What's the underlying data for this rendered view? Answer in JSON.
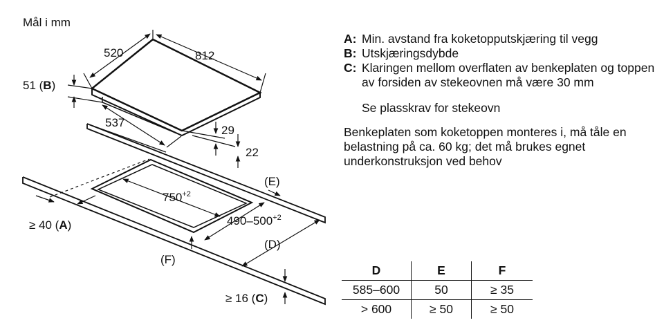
{
  "diagram": {
    "units_label": "Mål i mm",
    "dims": {
      "width": "520",
      "depth": "812",
      "b_value": "51 (",
      "b_key": "B",
      "b_close": ")",
      "front_offset": "537",
      "thick_top": "29",
      "thick_bottom": "22",
      "cutout_width": "750",
      "cutout_width_tol": "+2",
      "cutout_depth": "490–500",
      "cutout_depth_tol": "+2",
      "a_value": "≥ 40 (",
      "a_key": "A",
      "a_close": ")",
      "c_value": "≥ 16 (",
      "c_key": "C",
      "c_close": ")",
      "d_label": "(D)",
      "e_label": "(E)",
      "f_label": "(F)"
    }
  },
  "legend": {
    "items": [
      {
        "key": "A:",
        "text": "Min. avstand fra koketopputskjæring til vegg"
      },
      {
        "key": "B:",
        "text": "Utskjæringsdybde"
      },
      {
        "key": "C:",
        "text": "Klaringen mellom overflaten av benkeplaten og toppen av forsiden av stekeovnen må være 30 mm"
      }
    ],
    "note": "Se plasskrav for stekeovn",
    "paragraph": "Benkeplaten som koketoppen monteres i, må tåle en belastning på ca. 60 kg; det må brukes egnet underkonstruksjon ved behov"
  },
  "table": {
    "headers": [
      "D",
      "E",
      "F"
    ],
    "rows": [
      [
        "585–600",
        "50",
        "≥ 35"
      ],
      [
        "> 600",
        "≥ 50",
        "≥ 50"
      ]
    ]
  }
}
